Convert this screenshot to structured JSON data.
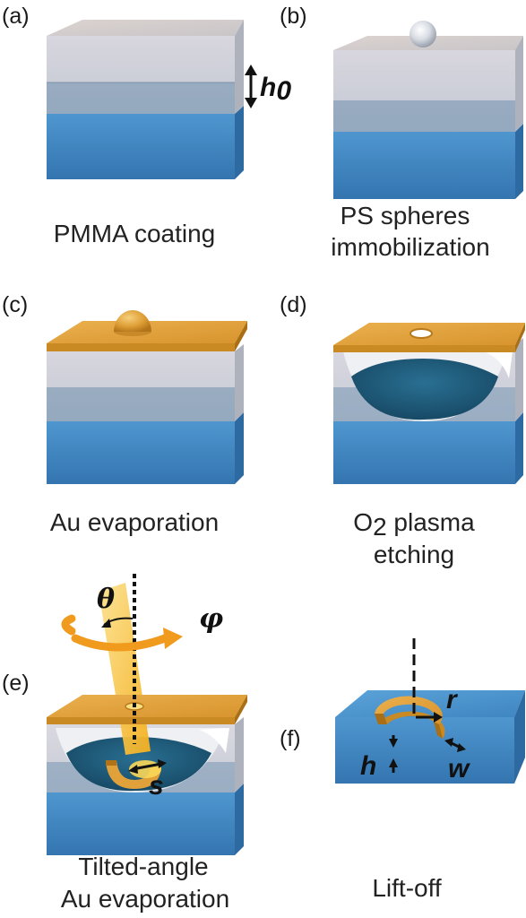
{
  "panels": [
    {
      "label": "(a)",
      "caption_lines": [
        "PMMA coating"
      ]
    },
    {
      "label": "(b)",
      "caption_lines": [
        "PS spheres",
        "immobilization"
      ]
    },
    {
      "label": "(c)",
      "caption_lines": [
        "Au evaporation"
      ]
    },
    {
      "label": "(d)",
      "caption_lines": [
        "O2 plasma",
        "etching"
      ]
    },
    {
      "label": "(e)",
      "caption_lines": [
        "Tilted-angle",
        "Au evaporation"
      ]
    },
    {
      "label": "(f)",
      "caption_lines": [
        "Lift-off"
      ]
    }
  ],
  "symbols": {
    "h0_main": "h",
    "h0_sub": "0",
    "O2_main": "O",
    "O2_sub": "2",
    "theta": "θ",
    "phi": "φ",
    "s": "s",
    "r": "r",
    "w": "w",
    "h": "h"
  },
  "colors": {
    "substrate_top": "#4a90c8",
    "substrate_front": "#3d82bf",
    "substrate_side": "#2e6aa3",
    "pmma_top": "#d5cfcf",
    "pmma_front": "#c4c7d2",
    "pmma_side": "#a9aebb",
    "gold_top": "#e3a43f",
    "gold_front": "#c98a24",
    "gold_side": "#a86f16",
    "dark_teal": "#1f5a78",
    "beam": "#f7c63a",
    "arrow": "#f09a1e"
  }
}
